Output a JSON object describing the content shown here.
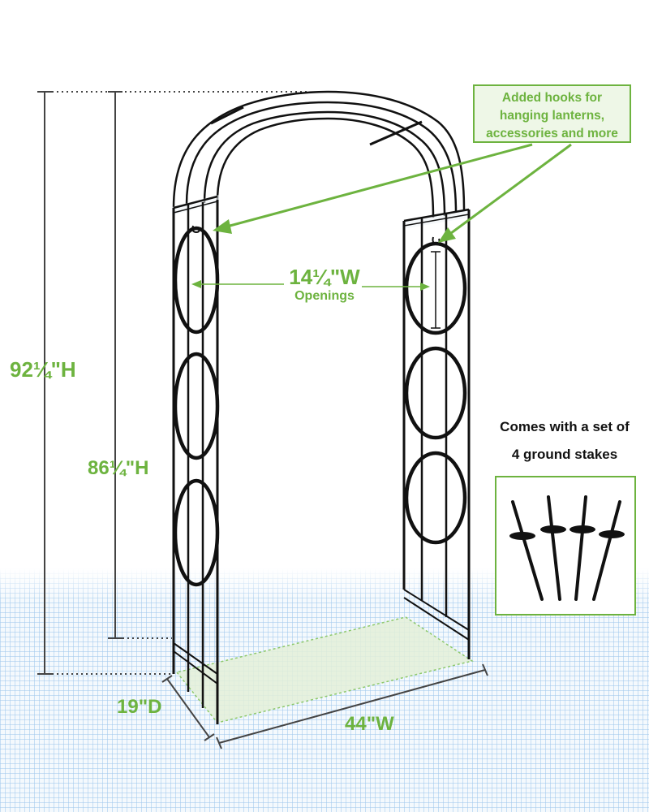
{
  "dimensions": {
    "overall_height": "92¼\"H",
    "inner_height": "86¼\"H",
    "depth": "19\"D",
    "width": "44\"W",
    "opening_width": "14¼\"W",
    "opening_label": "Openings"
  },
  "callout": {
    "lines": [
      "Added hooks for",
      "hanging lanterns,",
      "accessories and more"
    ]
  },
  "stakes": {
    "line1": "Comes with a set of",
    "line2": "4 ground stakes"
  },
  "colors": {
    "accent_green": "#6db33f",
    "frame": "#111111",
    "dimension_line": "#444444",
    "floor_grid": "#a0c8ec"
  }
}
